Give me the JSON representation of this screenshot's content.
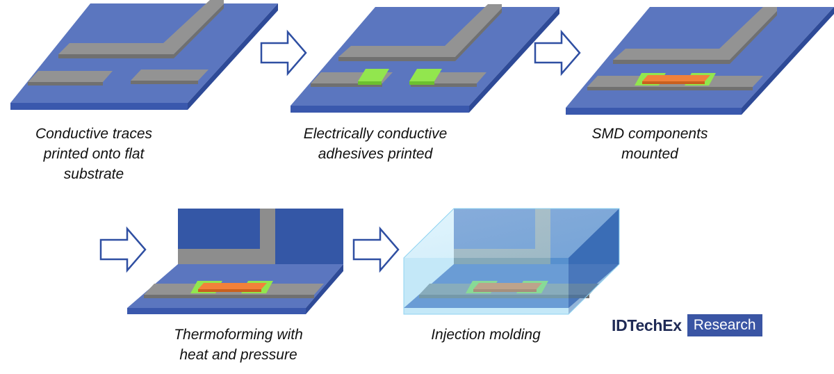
{
  "steps": [
    {
      "id": "step1",
      "caption": [
        "Conductive traces",
        "printed onto flat",
        "substrate"
      ]
    },
    {
      "id": "step2",
      "caption": [
        "Electrically conductive",
        "adhesives printed"
      ]
    },
    {
      "id": "step3",
      "caption": [
        "SMD components",
        "mounted"
      ]
    },
    {
      "id": "step4",
      "caption": [
        "Thermoforming with",
        "heat and pressure"
      ]
    },
    {
      "id": "step5",
      "caption": [
        "Injection molding"
      ]
    }
  ],
  "logo": {
    "brand": "IDTechEx",
    "sub": "Research"
  },
  "colors": {
    "substrate": "#5b76bf",
    "substrate_edge": "#3a58ad",
    "trace": "#939393",
    "trace_edge": "#6f6f6f",
    "adhesive": "#92e64e",
    "component": "#f2813a",
    "arrow": "#2f4fa2",
    "mold": "#a8dcf3"
  }
}
